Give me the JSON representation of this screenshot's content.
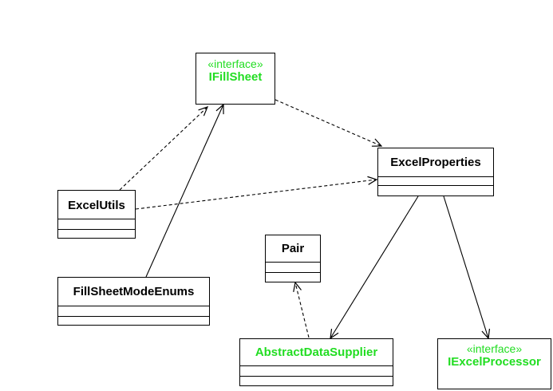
{
  "diagram": {
    "classes": {
      "ifillsheet": {
        "stereotype": "«interface»",
        "name": "IFillSheet"
      },
      "excelproperties": {
        "name": "ExcelProperties"
      },
      "excelutils": {
        "name": "ExcelUtils"
      },
      "fillsheetmodeenums": {
        "name": "FillSheetModeEnums"
      },
      "pair": {
        "name": "Pair"
      },
      "abstractdatasupplier": {
        "name": "AbstractDataSupplier"
      },
      "iexcelprocessor": {
        "stereotype": "«interface»",
        "name": "IExcelProcessor"
      }
    },
    "colors": {
      "line": "#000000",
      "highlight": "#22dd22"
    }
  }
}
